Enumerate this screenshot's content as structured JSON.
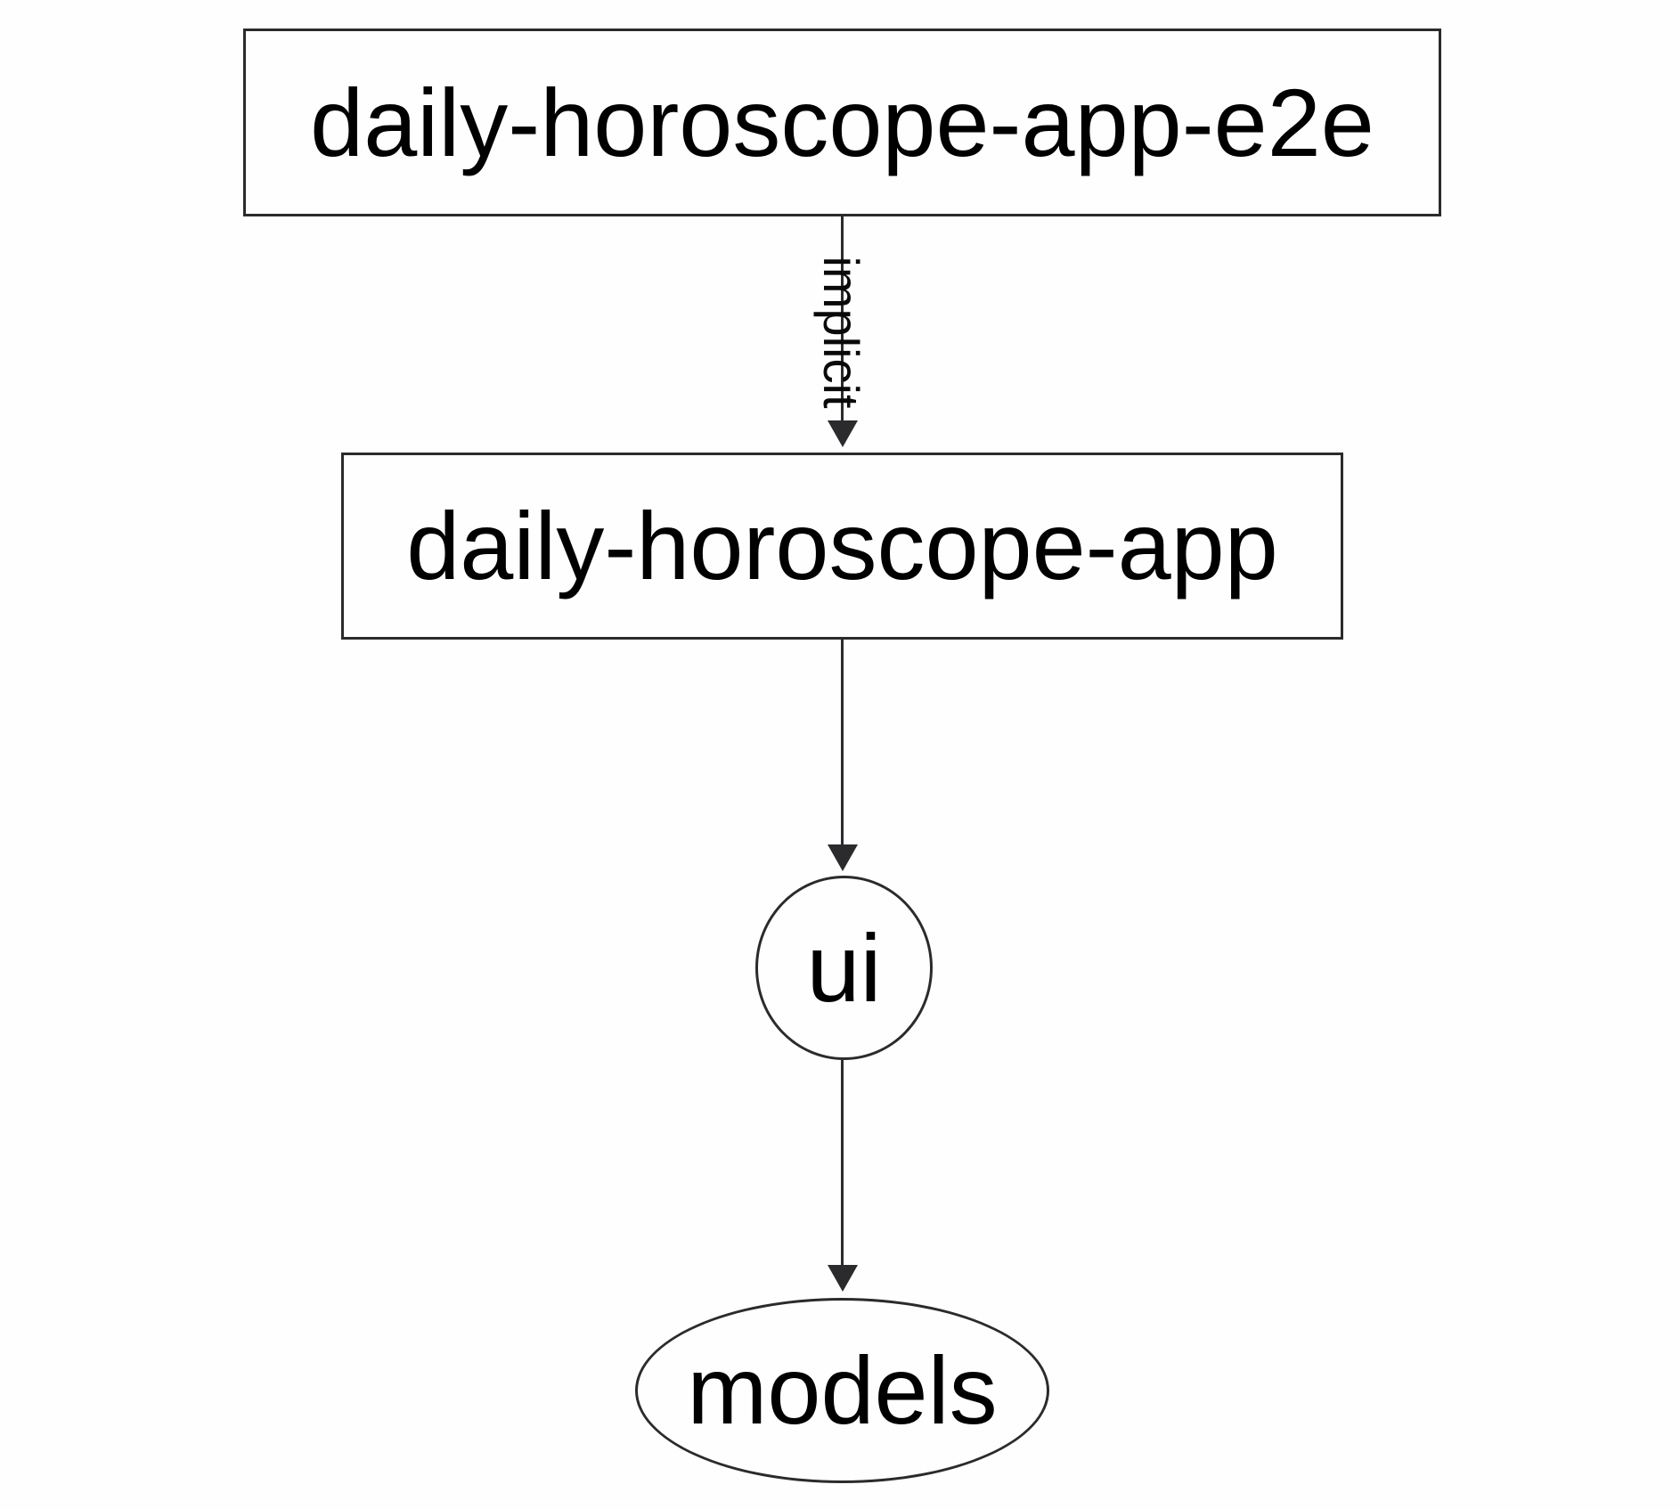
{
  "graph": {
    "kind": "project-dependency-graph",
    "nodes": [
      {
        "id": "daily-horoscope-app-e2e",
        "label": "daily-horoscope-app-e2e",
        "shape": "rectangle"
      },
      {
        "id": "daily-horoscope-app",
        "label": "daily-horoscope-app",
        "shape": "rectangle"
      },
      {
        "id": "ui",
        "label": "ui",
        "shape": "ellipse"
      },
      {
        "id": "models",
        "label": "models",
        "shape": "ellipse"
      }
    ],
    "edges": [
      {
        "from": "daily-horoscope-app-e2e",
        "to": "daily-horoscope-app",
        "label": "implicit",
        "direction": "down"
      },
      {
        "from": "daily-horoscope-app",
        "to": "ui",
        "label": "",
        "direction": "down"
      },
      {
        "from": "ui",
        "to": "models",
        "label": "",
        "direction": "down"
      }
    ],
    "colors": {
      "background": "#fefefe",
      "node_fill": "#fefefe",
      "stroke": "#2b2b2e",
      "text": "#000000"
    }
  }
}
